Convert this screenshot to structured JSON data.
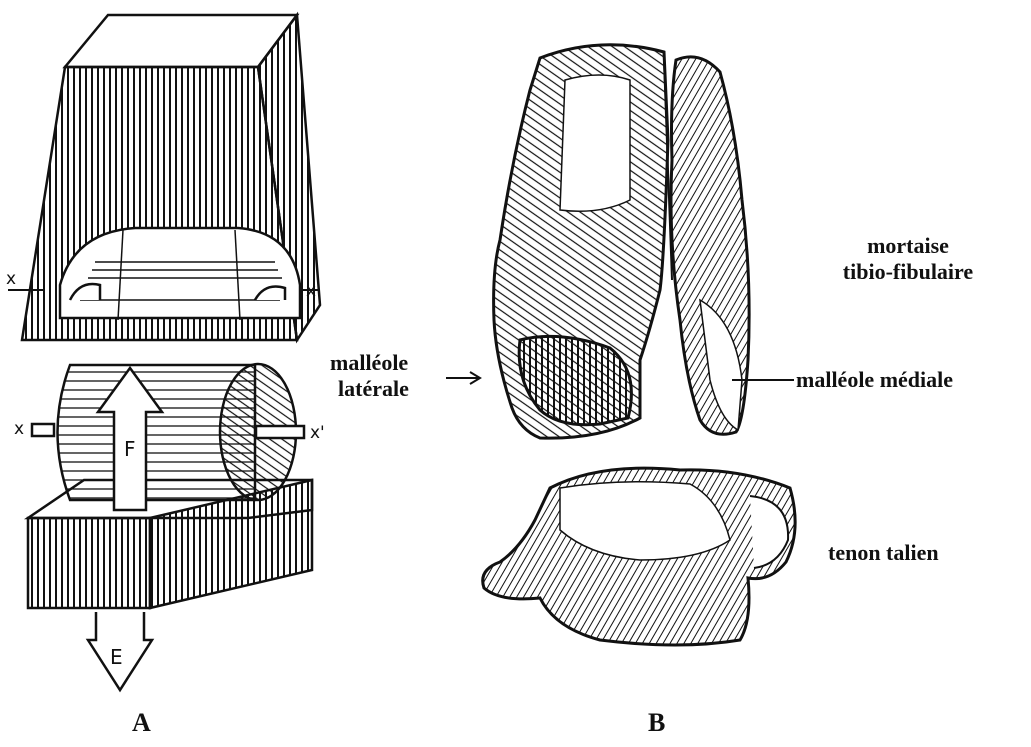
{
  "panel_a": {
    "letter": "A",
    "axis_labels": {
      "x_top_left": "x",
      "x_top_right": "x'",
      "x_bottom_left": "x",
      "x_bottom_right": "x'"
    },
    "arrow_labels": {
      "up": "F",
      "down": "E"
    }
  },
  "panel_b": {
    "letter": "B",
    "labels": {
      "mortaise_line1": "mortaise",
      "mortaise_line2": "tibio-fibulaire",
      "malleole_laterale_line1": "malléole",
      "malleole_laterale_line2": "latérale",
      "malleole_mediale": "malléole médiale",
      "tenon": "tenon talien"
    }
  },
  "colors": {
    "ink": "#111111",
    "paper": "#ffffff"
  }
}
